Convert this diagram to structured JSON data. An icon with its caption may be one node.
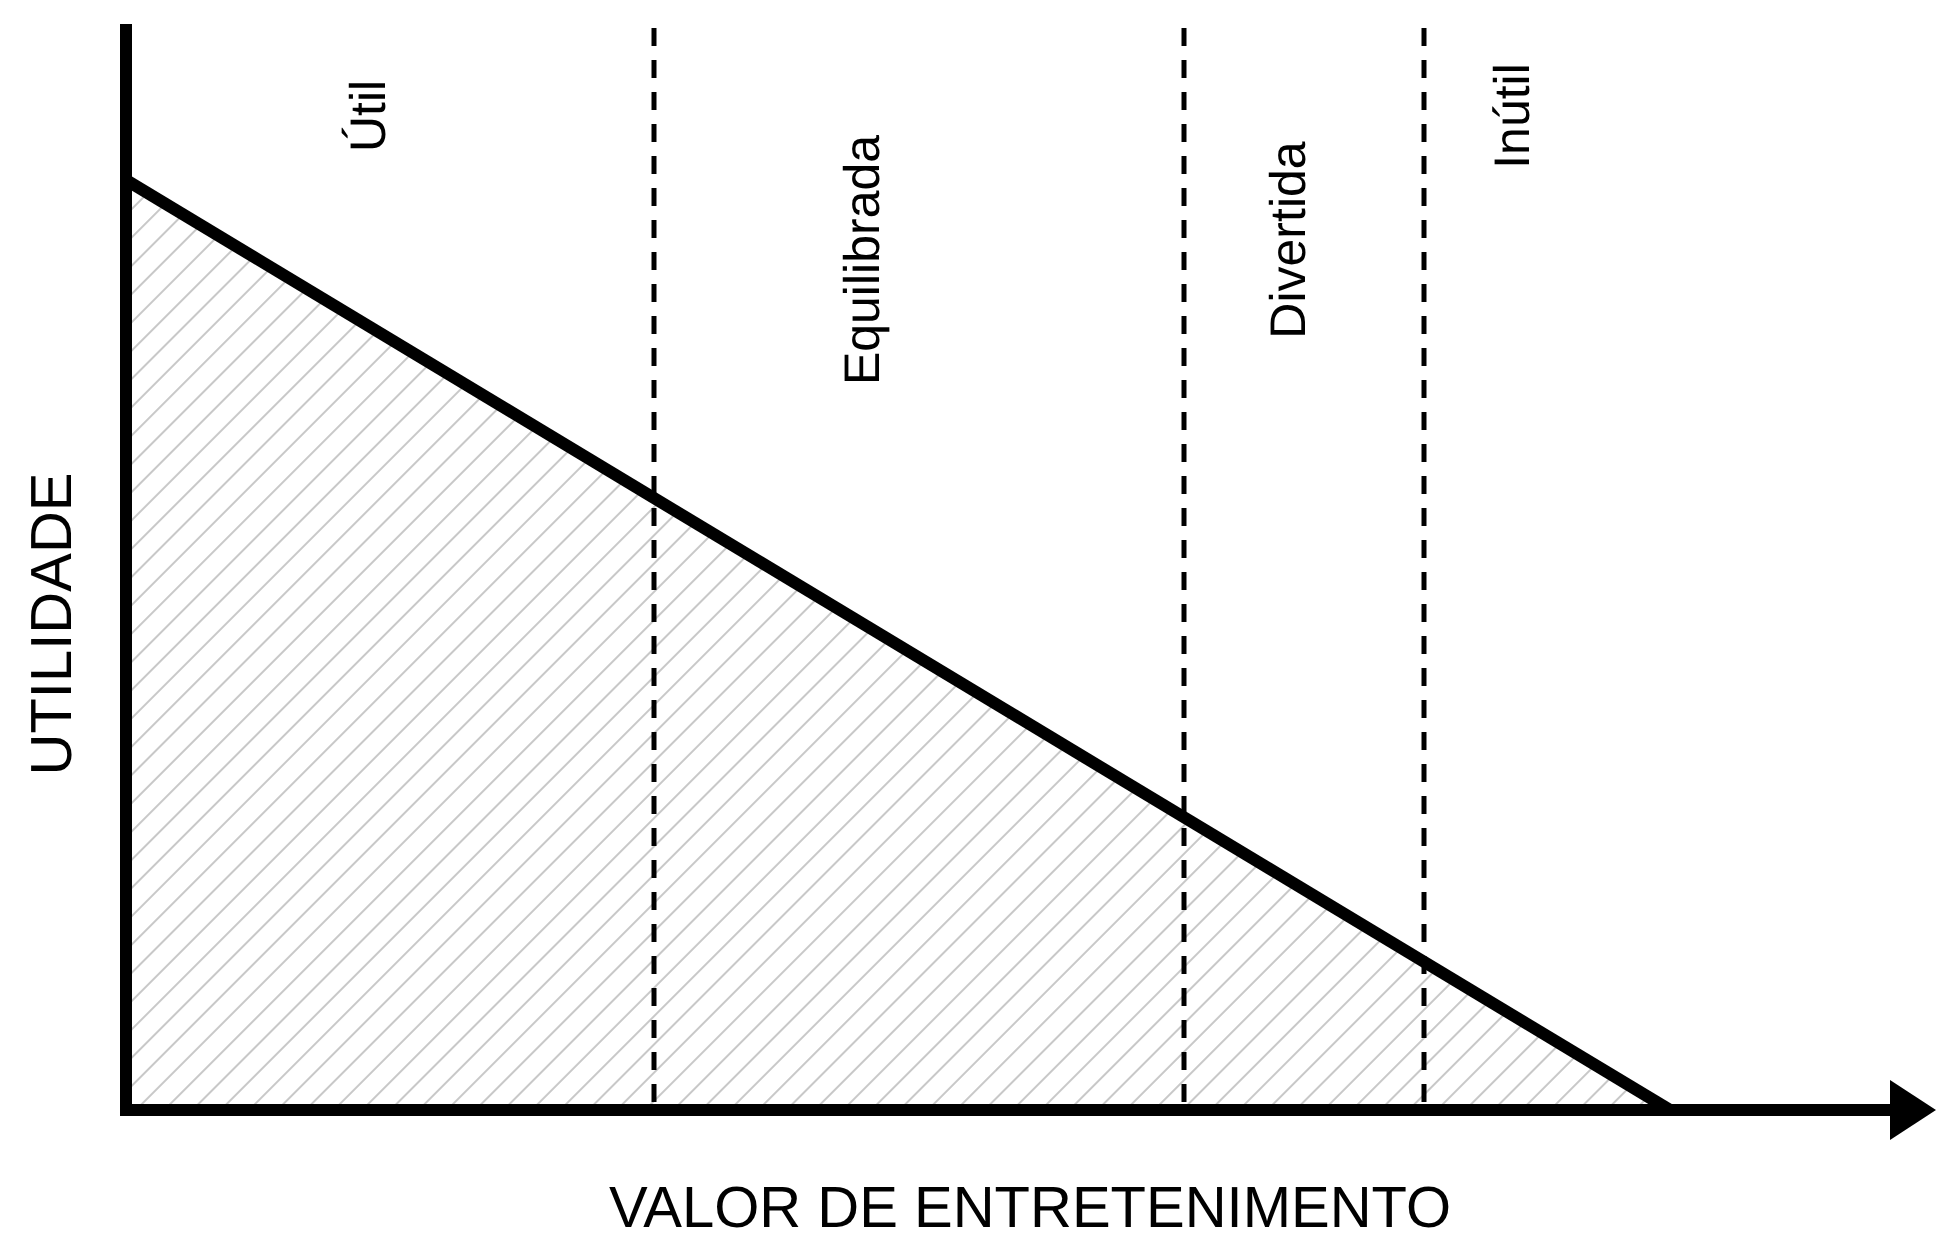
{
  "diagram": {
    "labels": [
      "Útil",
      "Equilibrada",
      "Divertida",
      "Inútil",
      "UTILIDADE",
      "VALOR DE ENTRETENIMENTO"
    ]
  }
}
